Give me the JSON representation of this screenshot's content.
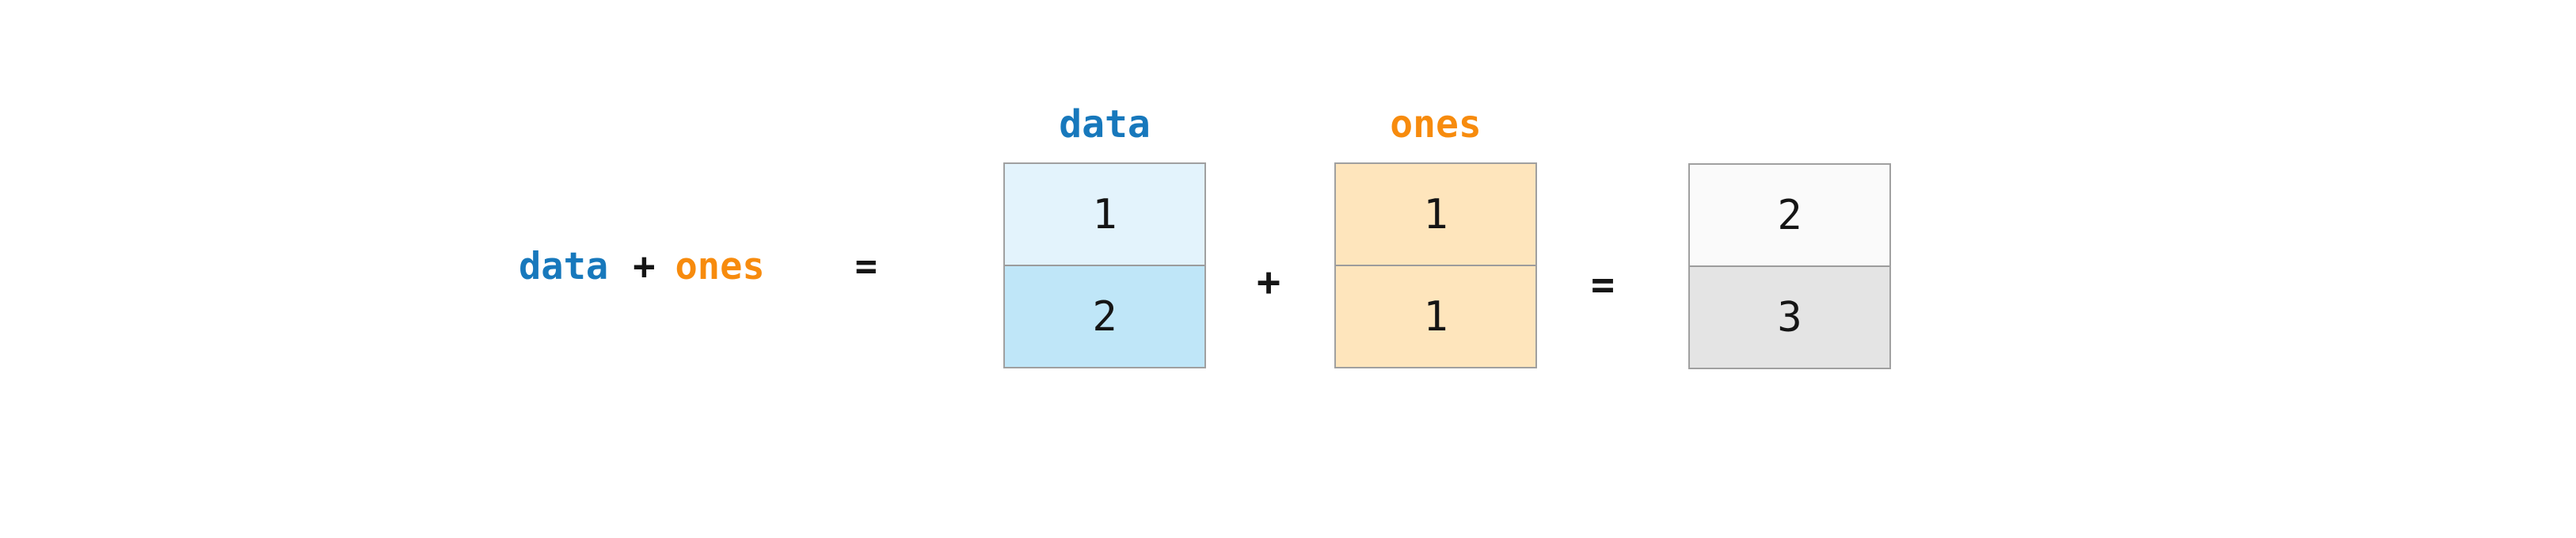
{
  "figure": {
    "background": "#ffffff",
    "border_color": "#a0a0a0",
    "divider_color": "#9c9c9c",
    "number_color": "#151515",
    "expression": {
      "left_operand": "data",
      "plus": "+",
      "right_operand": "ones",
      "equals": "=",
      "left_operand_color": "#1778bc",
      "right_operand_color": "#f78b0d",
      "operator_color": "#151515"
    },
    "operators": {
      "plus_between_arrays": "+",
      "equals_before_result": "="
    },
    "arrays": [
      {
        "id": "data",
        "label": "data",
        "label_color": "#1778bc",
        "cells": [
          {
            "value": "1",
            "bg": "#e3f3fc"
          },
          {
            "value": "2",
            "bg": "#bfe6f8"
          }
        ]
      },
      {
        "id": "ones",
        "label": "ones",
        "label_color": "#f78b0d",
        "cells": [
          {
            "value": "1",
            "bg": "#fee5bc"
          },
          {
            "value": "1",
            "bg": "#fee5bc"
          }
        ]
      },
      {
        "id": "result",
        "label": "",
        "cells": [
          {
            "value": "2",
            "bg": "#fafafa"
          },
          {
            "value": "3",
            "bg": "#e4e4e4"
          }
        ]
      }
    ]
  }
}
